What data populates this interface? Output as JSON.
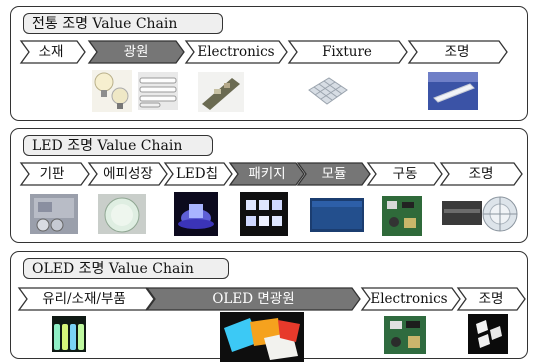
{
  "panels": [
    {
      "title": "전통 조명 Value Chain",
      "steps": [
        {
          "label": "소재",
          "highlight": false
        },
        {
          "label": "광원",
          "highlight": true
        },
        {
          "label": "Electronics",
          "highlight": false
        },
        {
          "label": "Fixture",
          "highlight": false
        },
        {
          "label": "조명",
          "highlight": false
        }
      ]
    },
    {
      "title": "LED 조명 Value Chain",
      "steps": [
        {
          "label": "기판",
          "highlight": false
        },
        {
          "label": "에피성장",
          "highlight": false
        },
        {
          "label": "LED칩",
          "highlight": false
        },
        {
          "label": "패키지",
          "highlight": true
        },
        {
          "label": "모듈",
          "highlight": true
        },
        {
          "label": "구동",
          "highlight": false
        },
        {
          "label": "조명",
          "highlight": false
        }
      ]
    },
    {
      "title": "OLED 조명 Value Chain",
      "steps": [
        {
          "label": "유리/소재/부품",
          "highlight": false
        },
        {
          "label": "OLED 면광원",
          "highlight": true
        },
        {
          "label": "Electronics",
          "highlight": false
        },
        {
          "label": "조명",
          "highlight": false
        }
      ]
    }
  ],
  "images": [
    "light-bulbs-photo",
    "tube-lamps-photo",
    "circuit-board-photo",
    "grid-fixture-photo",
    "ceiling-light-photo",
    "substrate-wafer-photo",
    "epi-wafer-photo",
    "led-chip-photo",
    "led-package-photo",
    "led-module-photo",
    "driver-board-photo",
    "led-lamp-photo",
    "oled-materials-vials-photo",
    "oled-panels-photo",
    "oled-driver-board-photo",
    "oled-luminaire-photo"
  ],
  "colors": {
    "highlight_fill": "#767676",
    "normal_fill": "#ffffff",
    "outline": "#333333",
    "title_fill": "#efefef"
  }
}
